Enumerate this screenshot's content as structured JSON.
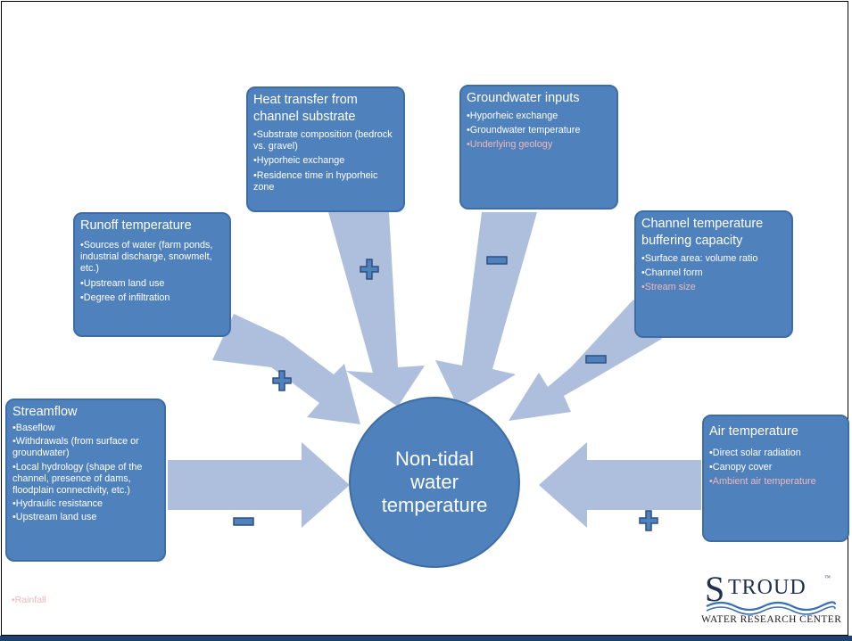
{
  "center": {
    "lines": [
      "Non-tidal",
      "water",
      "temperature"
    ]
  },
  "factors": {
    "heat": {
      "title": "Heat transfer from channel substrate",
      "items": [
        "•Substrate composition (bedrock vs. gravel)",
        "•Hyporheic exchange",
        "•Residence time in hyporheic zone"
      ],
      "highlight": [],
      "sign": "+"
    },
    "groundwater": {
      "title": "Groundwater inputs",
      "items": [
        "•Hyporheic exchange",
        "•Groundwater temperature"
      ],
      "highlight": [
        "•Underlying geology"
      ],
      "sign": "−"
    },
    "runoff": {
      "title": "Runoff temperature",
      "items": [
        "•Sources of water (farm ponds, industrial discharge, snowmelt, etc.)",
        "•Upstream land use",
        "•Degree of infiltration"
      ],
      "highlight": [],
      "sign": "+"
    },
    "channel": {
      "title": "Channel temperature buffering capacity",
      "items": [
        "•Surface area: volume ratio",
        "•Channel form"
      ],
      "highlight": [
        "•Stream size"
      ],
      "sign": "−"
    },
    "streamflow": {
      "title": "Streamflow",
      "items": [
        "•Baseflow",
        "•Withdrawals (from surface or groundwater)",
        "•Local hydrology (shape of the channel, presence of dams, floodplain connectivity, etc.)",
        "•Hydraulic resistance",
        "•Upstream land use"
      ],
      "highlight": [],
      "sign": "−"
    },
    "air": {
      "title": "Air temperature",
      "items": [
        "•Direct solar radiation",
        "•Canopy cover"
      ],
      "highlight": [
        "•Ambient air temperature"
      ],
      "sign": "+"
    }
  },
  "orphan_item": "•Rainfall",
  "logo": {
    "name": "STROUD",
    "tm": "™",
    "tagline": "WATER RESEARCH CENTER"
  },
  "colors": {
    "box": "#4f81bd",
    "arrow": "#aebfdd",
    "sign_fill": "#4f81bd",
    "sign_stroke": "#2f4f7f",
    "highlight_text": "#f2b7b7"
  }
}
